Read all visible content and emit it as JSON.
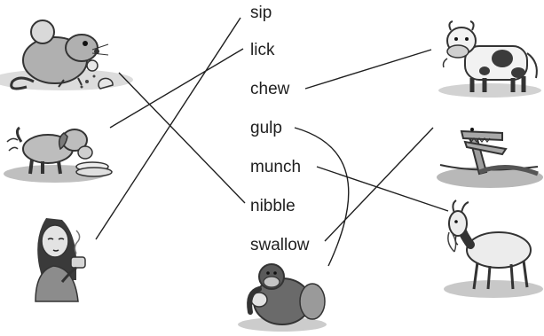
{
  "words": {
    "sip": "sip",
    "lick": "lick",
    "chew": "chew",
    "gulp": "gulp",
    "munch": "munch",
    "nibble": "nibble",
    "swallow": "swallow"
  },
  "pictures": {
    "left": [
      "mouse-eating",
      "dog-licking-bowl",
      "woman-sipping-drink"
    ],
    "right": [
      "cow-chewing",
      "crocodile",
      "goat-eating-leaves"
    ],
    "bottom": [
      "gorilla-eating"
    ]
  },
  "matches": [
    {
      "picture": "mouse-eating",
      "word": "nibble"
    },
    {
      "picture": "dog-licking-bowl",
      "word": "lick"
    },
    {
      "picture": "woman-sipping-drink",
      "word": "sip"
    },
    {
      "picture": "cow-chewing",
      "word": "chew"
    },
    {
      "picture": "crocodile",
      "word": "swallow"
    },
    {
      "picture": "goat-eating-leaves",
      "word": "munch"
    },
    {
      "picture": "gorilla-eating",
      "word": "gulp"
    }
  ],
  "colors": {
    "ink": "#1f1f1f",
    "fur_light": "#c9c9c9",
    "fur_mid": "#9a9a9a",
    "fur_dark": "#555555",
    "ground": "#bfbfbf"
  }
}
